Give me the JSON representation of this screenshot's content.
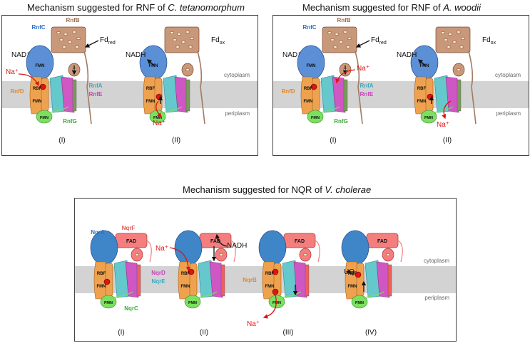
{
  "panels": {
    "tet": {
      "title_prefix": "Mechanism suggested for RNF of ",
      "title_species": "C. tetanomorphum"
    },
    "woo": {
      "title_prefix": "Mechanism suggested for RNF of ",
      "title_species": "A. woodii"
    },
    "nqr": {
      "title_prefix": "Mechanism suggested for NQR of ",
      "title_species": "V. cholerae"
    }
  },
  "labels": {
    "cytoplasm": "cytoplasm",
    "periplasm": "periplasm",
    "rnfB": "RnfB",
    "rnfC": "RnfC",
    "rnfD": "RnfD",
    "rnfA": "RnfA",
    "rnfE": "RnfE",
    "rnfG": "RnfG",
    "nqrA": "NqrA",
    "nqrF": "NqrF",
    "nqrB": "NqrB",
    "nqrC": "NqrC",
    "nqrD": "NqrD",
    "nqrE": "NqrE",
    "fmn": "FMN",
    "rbf": "RBF",
    "fad": "FAD",
    "nad_plus": "NAD⁺",
    "nadh": "NADH",
    "na_plus": "Na⁺",
    "uq": "UQ",
    "fd": "Fd",
    "red": "red",
    "ox": "ox"
  },
  "steps": [
    "(I)",
    "(II)",
    "(III)",
    "(IV)"
  ],
  "colors": {
    "fmn_domain": "#5b8fd6",
    "nqrA": "#3f86c9",
    "rnfB": "#c9977a",
    "nqrF": "#f47e7e",
    "rnfD": "#eea24f",
    "rnfA": "#64c8cc",
    "rnfE": "#cf57c4",
    "rnfG": "#7be05e",
    "membrane": "#d3d3d3",
    "sodium": "#e01414",
    "label_blue": "#2d6fc7",
    "label_orange": "#e08a2a",
    "label_cyan": "#3aa9c0",
    "label_magenta": "#c83fbd",
    "label_green": "#3aa83a",
    "label_brown": "#9a6a4d",
    "label_red": "#e05a5a"
  }
}
